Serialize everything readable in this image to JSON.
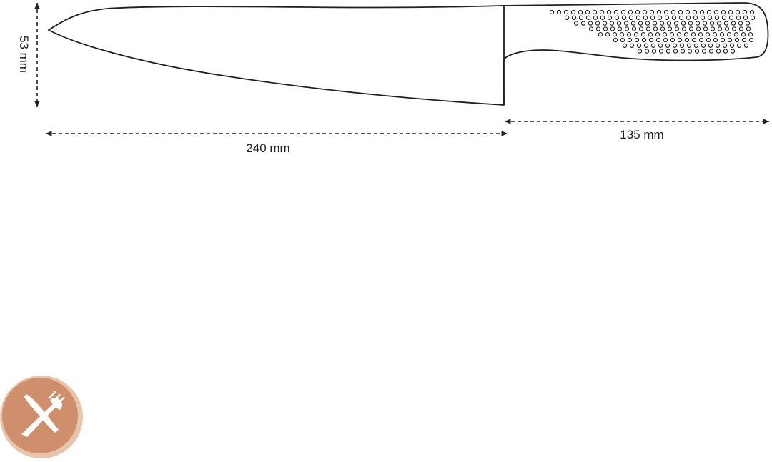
{
  "diagram": {
    "dimensions": {
      "blade_width": "53 mm",
      "blade_length": "240 mm",
      "handle_length": "135 mm"
    },
    "icons": {
      "badge": "fork-and-knife-icon"
    },
    "colors": {
      "outline": "#1f1f1f",
      "dimension_line": "#222222",
      "badge_fill": "#cf8f6c",
      "badge_ring": "#e9c4ac",
      "badge_glyph": "#ffffff"
    }
  }
}
